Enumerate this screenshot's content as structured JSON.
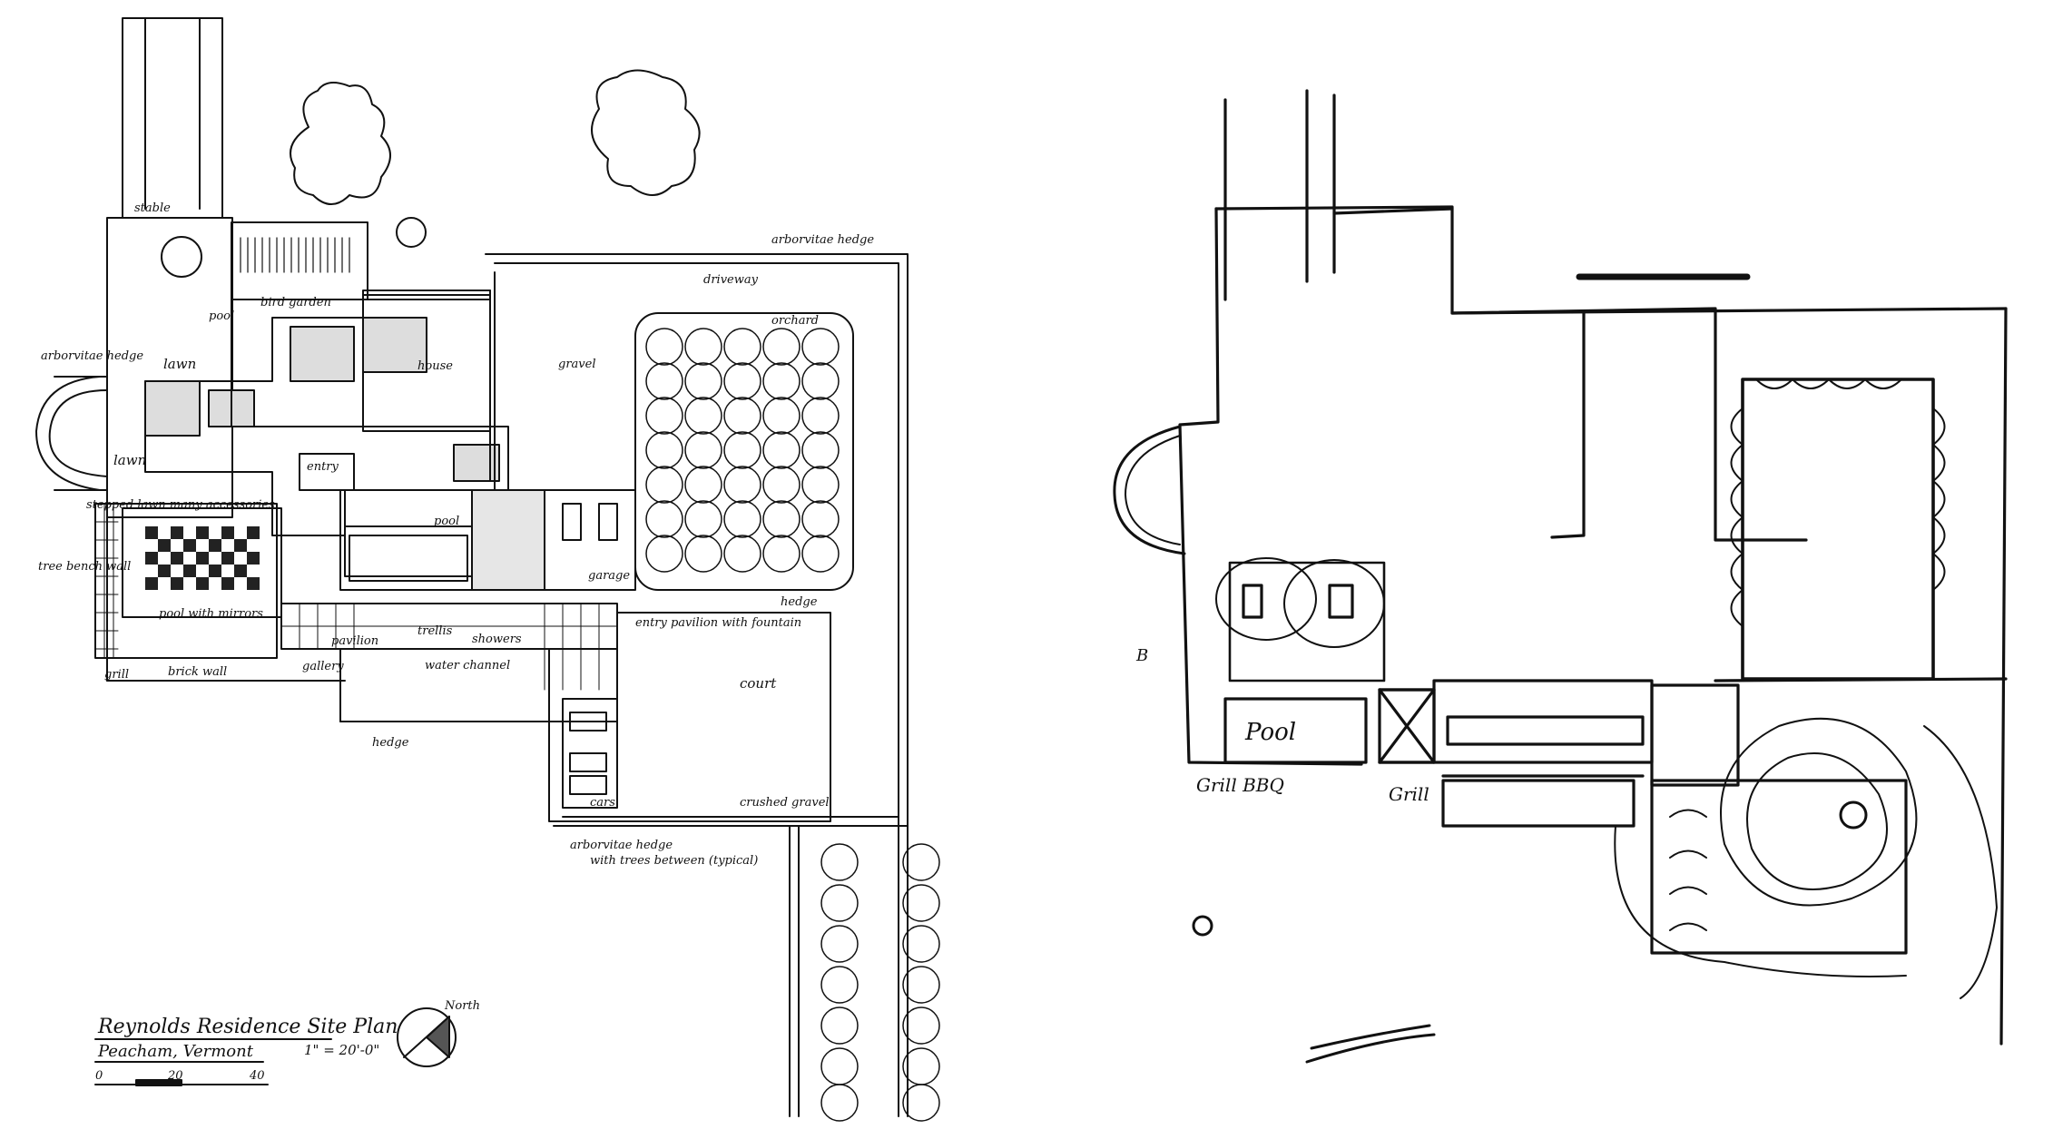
{
  "left_plan": {
    "labels": {
      "stable": "stable",
      "bird_garden": "bird garden",
      "pool_top": "pool",
      "arborvitae_hedge_left": "arborvitae hedge",
      "lawn_upper": "lawn",
      "lawn_lower": "lawn",
      "house": "house",
      "entry": "entry",
      "stepped_lawn": "stepped lawn many accessories",
      "pool_mid": "pool",
      "tree_bench_wall": "tree bench wall",
      "pool_with_mirrors": "pool with mirrors",
      "arborvitae_hedge_top": "arborvitae hedge",
      "driveway": "driveway",
      "gravel": "gravel",
      "orchard": "orchard",
      "garage": "garage",
      "hedge_right": "hedge",
      "pavilion": "pavilion",
      "trellis": "trellis",
      "showers": "showers",
      "entry_pavilion": "entry pavilion with fountain",
      "grill": "grill",
      "brick_wall": "brick wall",
      "gallery": "gallery",
      "water_channel": "water channel",
      "court": "court",
      "hedge_bottom": "hedge",
      "cars": "cars",
      "crushed_gravel": "crushed gravel",
      "arborvitae_hedge_bottom": "arborvitae hedge",
      "with_trees": "with trees between (typical)"
    },
    "title_block": {
      "title": "Reynolds Residence Site Plan",
      "subtitle": "Peacham, Vermont",
      "scale": "1\" = 20'-0\"",
      "scale_ticks": [
        "0",
        "20",
        "40"
      ],
      "north": "North"
    }
  },
  "right_sketch": {
    "labels": {
      "pool": "Pool",
      "grill_bbq": "Grill BBQ",
      "grill": "Grill",
      "b": "B"
    }
  }
}
